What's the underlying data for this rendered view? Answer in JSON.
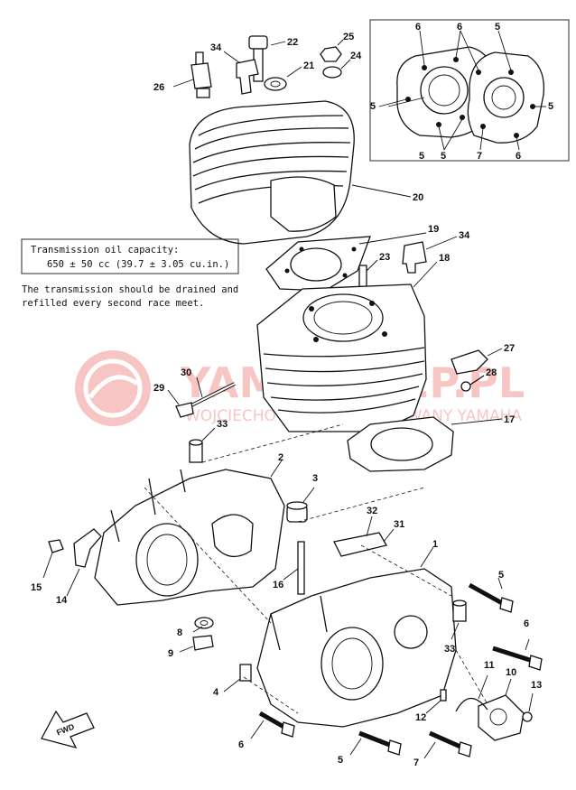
{
  "note": {
    "box_line1": "Transmission oil capacity:",
    "box_line2": "650 ± 50 cc (39.7 ± 3.05 cu.in.)",
    "text_line1": "The transmission should be drained and",
    "text_line2": "refilled every second race meet."
  },
  "watermark": {
    "brand": "YAMASKLEP.PL",
    "sub": "WOJCIECHOWICZ-AUTORYZOWANY YAMAHA"
  },
  "fwd_label": "FWD",
  "parts": [
    {
      "id": "22",
      "label": "22"
    },
    {
      "id": "34a",
      "label": "34"
    },
    {
      "id": "25",
      "label": "25"
    },
    {
      "id": "21",
      "label": "21"
    },
    {
      "id": "24",
      "label": "24"
    },
    {
      "id": "26",
      "label": "26"
    },
    {
      "id": "20",
      "label": "20"
    },
    {
      "id": "19",
      "label": "19"
    },
    {
      "id": "34b",
      "label": "34"
    },
    {
      "id": "23",
      "label": "23"
    },
    {
      "id": "18",
      "label": "18"
    },
    {
      "id": "27",
      "label": "27"
    },
    {
      "id": "28",
      "label": "28"
    },
    {
      "id": "17",
      "label": "17"
    },
    {
      "id": "30",
      "label": "30"
    },
    {
      "id": "29",
      "label": "29"
    },
    {
      "id": "33a",
      "label": "33"
    },
    {
      "id": "2",
      "label": "2"
    },
    {
      "id": "3",
      "label": "3"
    },
    {
      "id": "32",
      "label": "32"
    },
    {
      "id": "31",
      "label": "31"
    },
    {
      "id": "1",
      "label": "1"
    },
    {
      "id": "15",
      "label": "15"
    },
    {
      "id": "14",
      "label": "14"
    },
    {
      "id": "16",
      "label": "16"
    },
    {
      "id": "5a",
      "label": "5"
    },
    {
      "id": "8",
      "label": "8"
    },
    {
      "id": "9",
      "label": "9"
    },
    {
      "id": "33b",
      "label": "33"
    },
    {
      "id": "6a",
      "label": "6"
    },
    {
      "id": "4",
      "label": "4"
    },
    {
      "id": "11",
      "label": "11"
    },
    {
      "id": "10",
      "label": "10"
    },
    {
      "id": "13",
      "label": "13"
    },
    {
      "id": "12",
      "label": "12"
    },
    {
      "id": "6b",
      "label": "6"
    },
    {
      "id": "5b",
      "label": "5"
    },
    {
      "id": "7a",
      "label": "7"
    }
  ],
  "inset_parts": [
    {
      "id": "i6a",
      "label": "6"
    },
    {
      "id": "i6b",
      "label": "6"
    },
    {
      "id": "i5a",
      "label": "5"
    },
    {
      "id": "i5b",
      "label": "5"
    },
    {
      "id": "i5c",
      "label": "5"
    },
    {
      "id": "i5d",
      "label": "5"
    },
    {
      "id": "i5e",
      "label": "5"
    },
    {
      "id": "i7",
      "label": "7"
    },
    {
      "id": "i6c",
      "label": "6"
    }
  ]
}
